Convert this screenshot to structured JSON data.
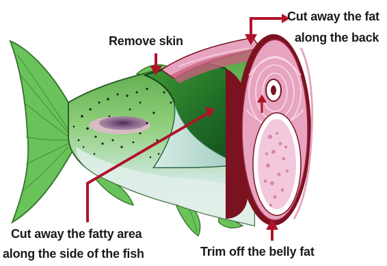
{
  "labels": {
    "remove_skin": "Remove skin",
    "back_fat_line1": "Cut away the fat",
    "back_fat_line2": "along the back",
    "side_fat_line1": "Cut away the fatty area",
    "side_fat_line2": "along the side of the fish",
    "belly_fat": "Trim off the belly fat"
  },
  "colors": {
    "arrow": "#b0122a",
    "fin_green": "#6ac35a",
    "skin_green": "#4aa83c",
    "skin_silver": "#c9e3dc",
    "flesh_pink": "#e6a4c0",
    "dark_red": "#7a1220",
    "cavity": "#f4c8dc"
  }
}
